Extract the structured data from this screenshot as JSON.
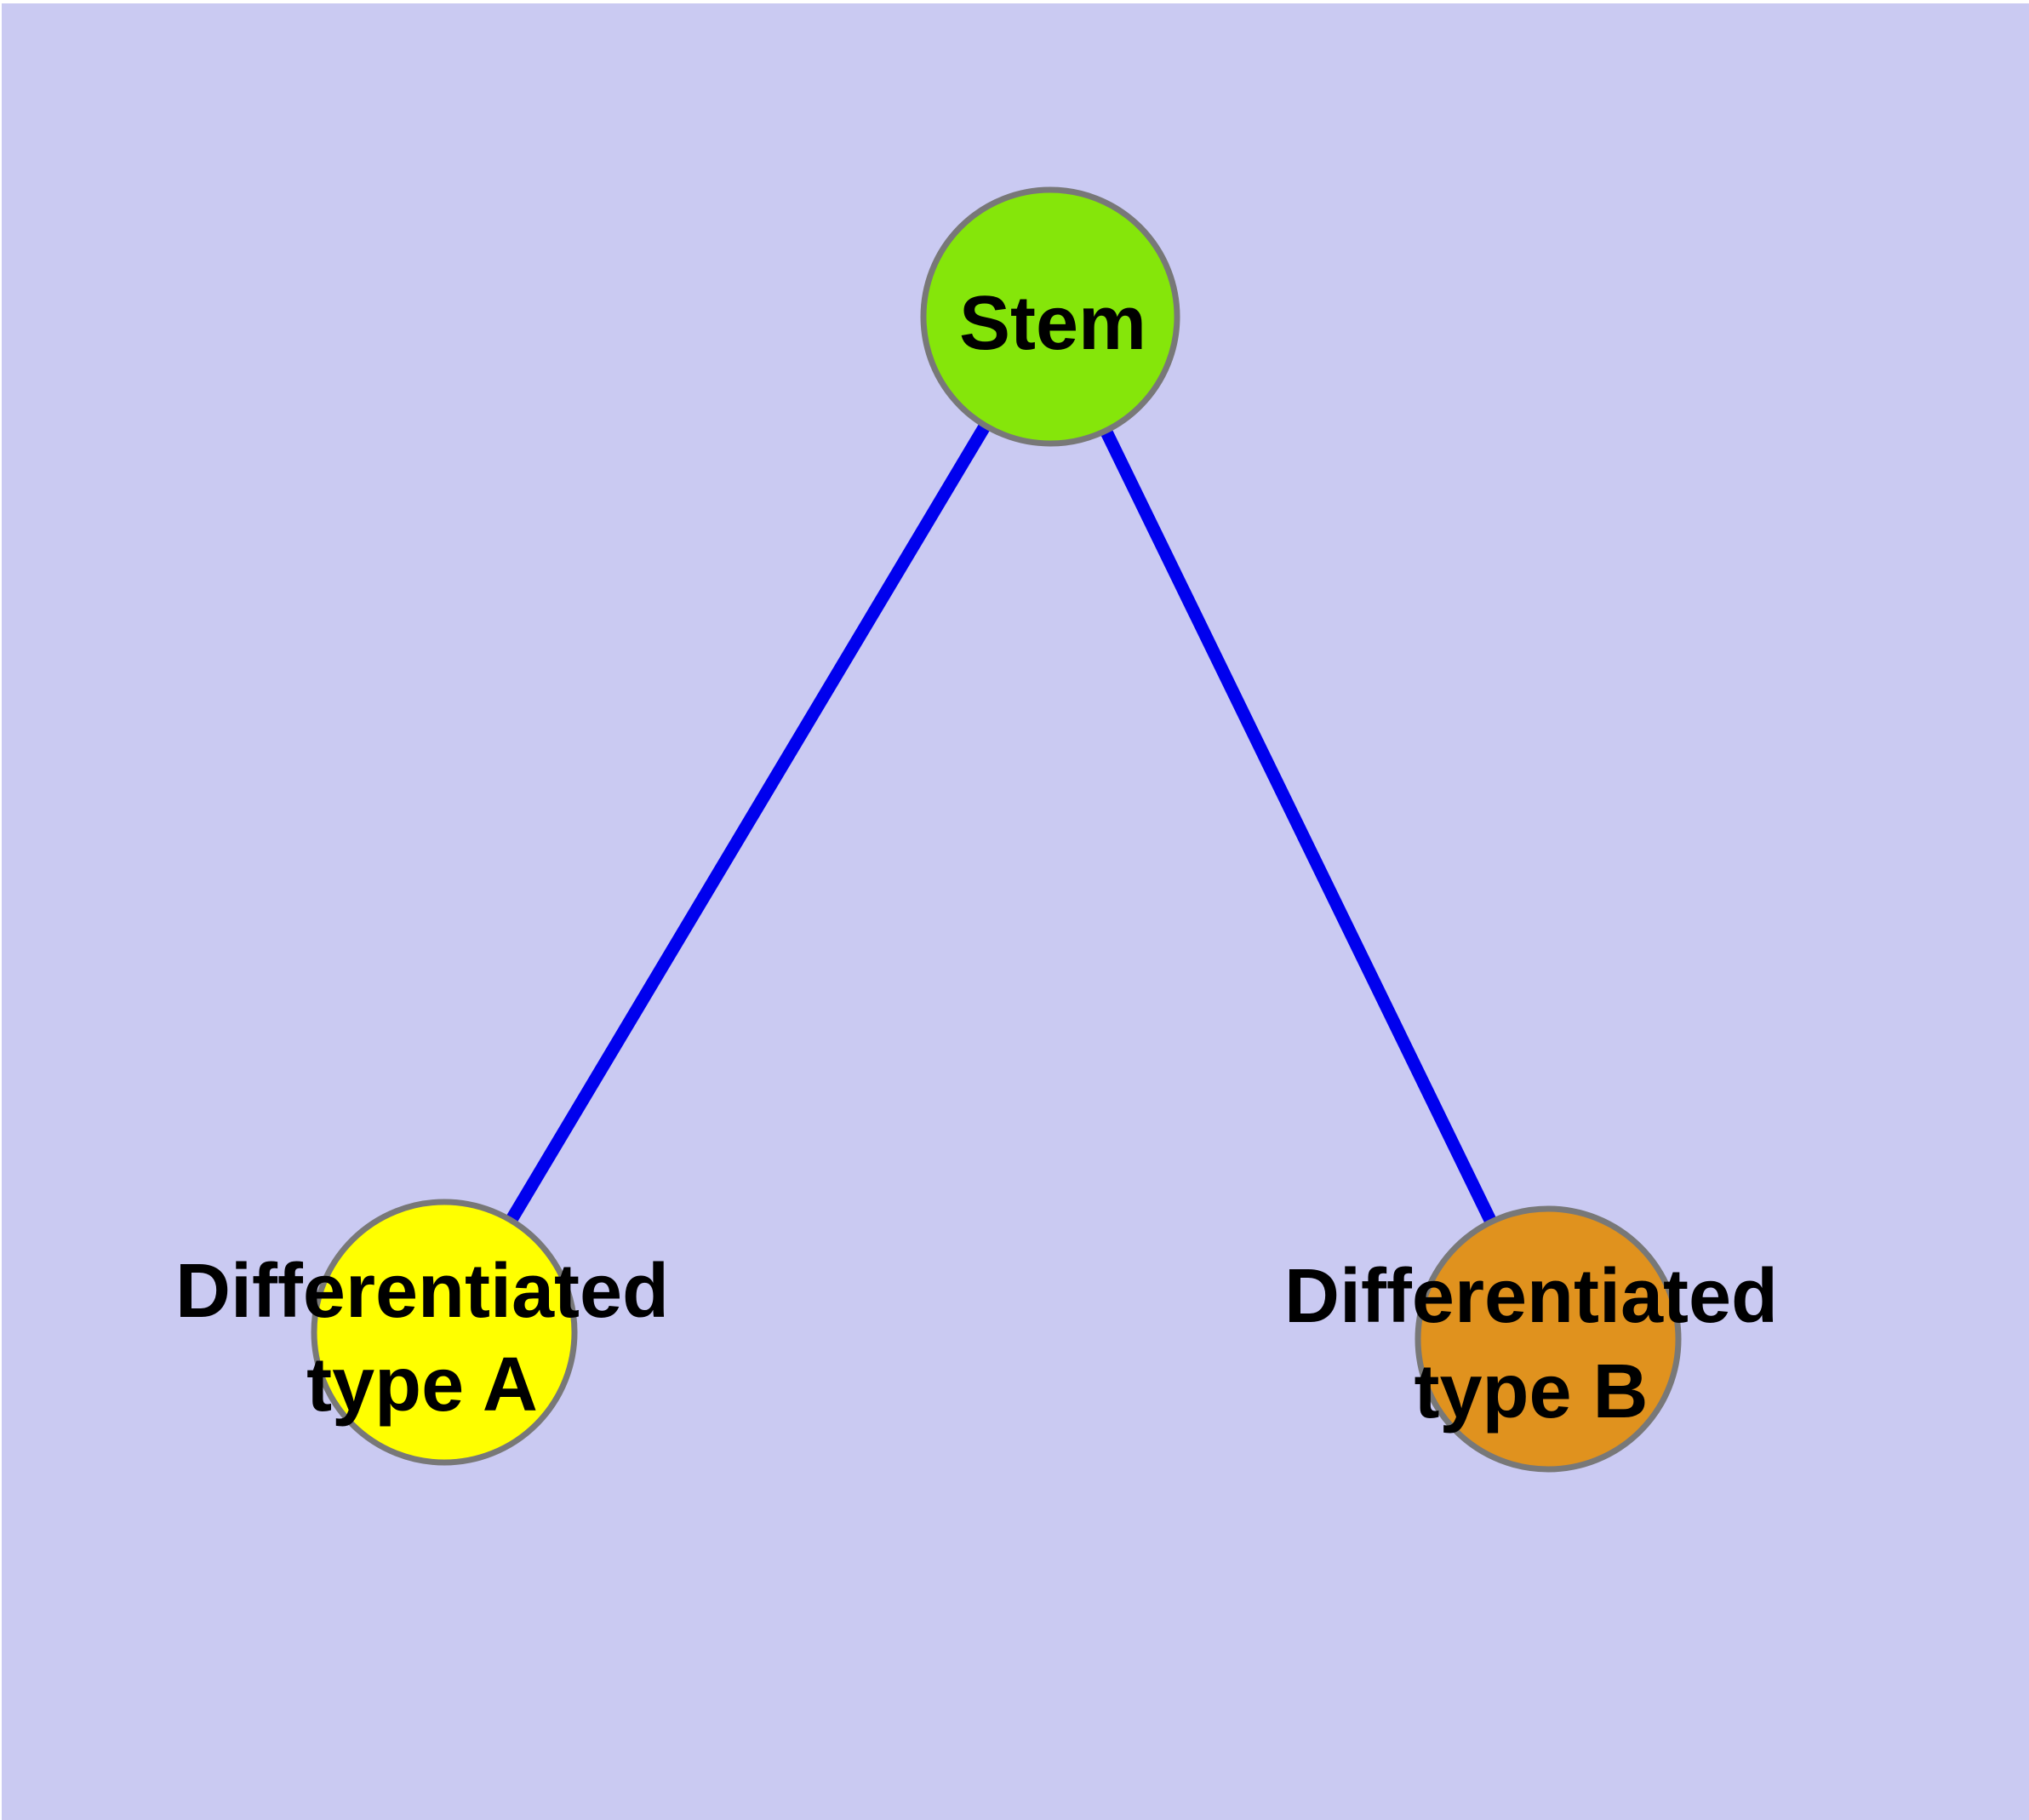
{
  "diagram": {
    "type": "node-link-graph",
    "description": "Cell differentiation graph: a stem node connected to two differentiated cell type nodes",
    "colors": {
      "background": "#CACAF2",
      "page_border": "#FFFFFF",
      "edge": "#0000EE",
      "node_border": "#787878",
      "text": "#000000"
    },
    "nodes": {
      "stem": {
        "label": "Stem",
        "fill": "#85E60A"
      },
      "type_a": {
        "label_line1": "Differentiated",
        "label_line2": "type A",
        "label_full": "Differentiated type A",
        "fill": "#FFFF00"
      },
      "type_b": {
        "label_line1": "Differentiated",
        "label_line2": "type B",
        "label_full": "Differentiated type B",
        "fill": "#E0921E"
      }
    },
    "edges": [
      {
        "from": "Stem",
        "to": "Differentiated type A"
      },
      {
        "from": "Stem",
        "to": "Differentiated type B"
      }
    ]
  }
}
